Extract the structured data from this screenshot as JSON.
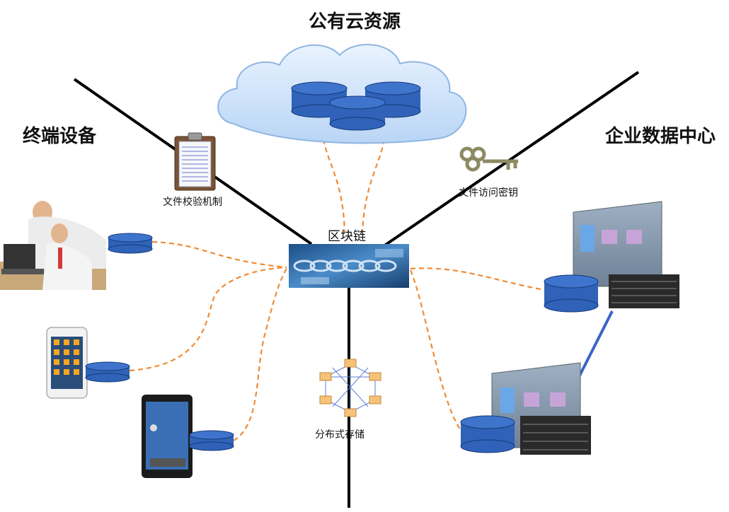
{
  "labels": {
    "public_cloud": "公有云资源",
    "terminal_devices": "终端设备",
    "enterprise_dc": "企业数据中心",
    "file_verification": "文件校验机制",
    "file_access_key": "文件访问密钥",
    "blockchain": "区块链",
    "distributed_storage": "分布式存储"
  },
  "colors": {
    "link_dashed": "#F08A34",
    "backbone": "#000000",
    "db_blue": "#2F62B8",
    "cloud_fill": "#CFE2FA",
    "server_link": "#3B64C8"
  }
}
